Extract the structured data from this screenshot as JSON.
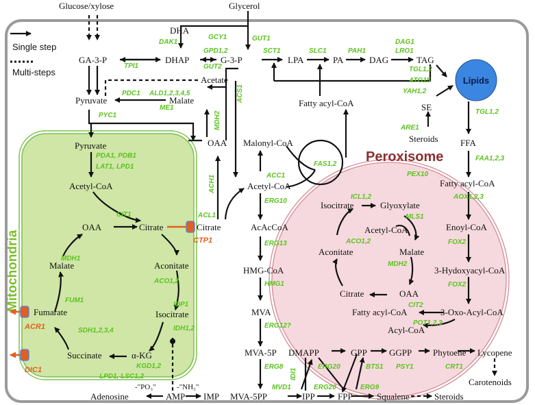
{
  "legend": {
    "single_step": "Single step",
    "multi_steps": "Multi-steps"
  },
  "compartments": {
    "mitochondria": "Mitochondria",
    "peroxisome": "Peroxisome",
    "lipids": "Lipids"
  },
  "metabolites": {
    "glucose_xylose": "Glucose/xylose",
    "glycerol": "Glycerol",
    "dha": "DHA",
    "ga3p": "GA-3-P",
    "dhap": "DHAP",
    "g3p": "G-3-P",
    "lpa": "LPA",
    "pa": "PA",
    "dag": "DAG",
    "tag": "TAG",
    "acetate": "Acetate",
    "pyruvate": "Pyruvate",
    "malate": "Malate",
    "fatty_acyl_coa_top": "Fatty acyl-CoA",
    "se": "SE",
    "steroids_top": "Steroids",
    "oaa_cyto": "OAA",
    "malonyl_coa": "Malonyl-CoA",
    "pyruvate_mito": "Pyruvate",
    "acetyl_coa_mito": "Acetyl-CoA",
    "oaa_mito": "OAA",
    "citrate_mito": "Citrate",
    "citrate_cyto": "Citrate",
    "acetyl_coa_cyto": "Acetyl-CoA",
    "malate_mito": "Malate",
    "aconitate_mito": "Aconitate",
    "fumarate": "Fumarate",
    "isocitrate_mito": "Isocitrate",
    "succinate": "Succinate",
    "akg": "α-KG",
    "acacoa": "AcAcCoA",
    "hmg_coa": "HMG-CoA",
    "mva": "MVA",
    "mva5p": "MVA-5P",
    "mva5pp": "MVA-5PP",
    "dmapp": "DMAPP",
    "gpp": "GPP",
    "ggpp": "GGPP",
    "phytoene": "Phytoene",
    "lycopene": "Lycopene",
    "carotenoids": "Carotenoids",
    "ipp": "IPP",
    "fpp": "FPP",
    "squalene": "Squalene",
    "steroids_bottom": "Steroids",
    "adenosine": "Adenosine",
    "amp": "AMP",
    "imp": "IMP",
    "po3": "-\"PO₃\"",
    "nh3": "-\"NH₃\"",
    "ffa": "FFA",
    "fatty_acyl_coa_px": "Fatty acyl-CoA",
    "enoyl_coa": "Enoyl-CoA",
    "hydroxyacyl_coa": "3-Hydoxyacyl-CoA",
    "oxoacyl_coa": "3-Oxo-Acyl-CoA",
    "acyl_coa": "Acyl-CoA",
    "fatty_acyl_coa_cycle": "Fatty acyl-CoA",
    "isocitrate_px": "Isocitrate",
    "glyoxylate": "Glyoxylate",
    "acetyl_coa_px": "Acetyl-CoA",
    "aconitate_px": "Aconitate",
    "malate_px": "Malate",
    "citrate_px": "Citrate",
    "oaa_px": "OAA"
  },
  "genes": {
    "gcy1": "GCY1",
    "dak1": "DAK1",
    "gut1": "GUT1",
    "gpd12": "GPD1,2",
    "gut2": "GUT2",
    "tpi1": "TPI1",
    "sct1": "SCT1",
    "slc1": "SLC1",
    "pah1": "PAH1",
    "dag1": "DAG1",
    "lro1": "LRO1",
    "tgl12_top": "TGL1,2",
    "atg15": "ATG15",
    "yah12": "YAH1,2",
    "pdc1": "PDC1",
    "ald": "ALD1,2,3,4,5",
    "me1": "ME1",
    "acs1": "ACS1",
    "pyc1": "PYC1",
    "mdh2_cyto": "MDH2",
    "are1": "ARE1",
    "tgl12_right": "TGL1,2",
    "pda1": "PDA1, PDB1",
    "lat1": "LAT1, LPD1",
    "fas12": "FAS1,2",
    "acc1": "ACC1",
    "ach1": "ACH1",
    "cit1": "CIT1",
    "acl1": "ACL1",
    "erg10": "ERG10",
    "mdh1": "MDH1",
    "aco12_mito": "ACO1,2",
    "fum1": "FUM1",
    "sdh": "SDH1,2,3,4",
    "idp1": "IDP1",
    "idh12": "IDH1,2",
    "kgd12": "KGD1,2",
    "lpd1_lsc12": "LPD1, LSC1,2",
    "erg13": "ERG13",
    "hmg1": "HMG1",
    "erg12": "ERG12?",
    "erg8": "ERG8",
    "idi1": "IDI1",
    "mvd1": "MVD1",
    "erg20_top": "ERG20",
    "bts1": "BTS1",
    "psy1": "PSY1",
    "crt1": "CRT1",
    "erg20_bottom": "ERG20",
    "erg9": "ERG9",
    "pex10": "PEX10",
    "faa123": "FAA1,2,3",
    "aox123": "AOX1,2,3",
    "icl12": "ICL1,2",
    "mls1": "MLS1",
    "aco12_px": "ACO1,2",
    "fox2_a": "FOX2",
    "mdh2_px": "MDH2",
    "fox2_b": "FOX2",
    "cit2": "CIT2",
    "pot123": "POT1,2,3"
  },
  "transporters": {
    "ctp1": "CTP1",
    "acr1": "ACR1",
    "dic1": "DIC1"
  },
  "colors": {
    "gene_label": "#5cc21f",
    "transporter": "#e0601e",
    "mitochondria_fill": "#cfe6a6",
    "peroxisome_fill": "#f6d9de",
    "lipids_fill": "#3b86e0"
  }
}
